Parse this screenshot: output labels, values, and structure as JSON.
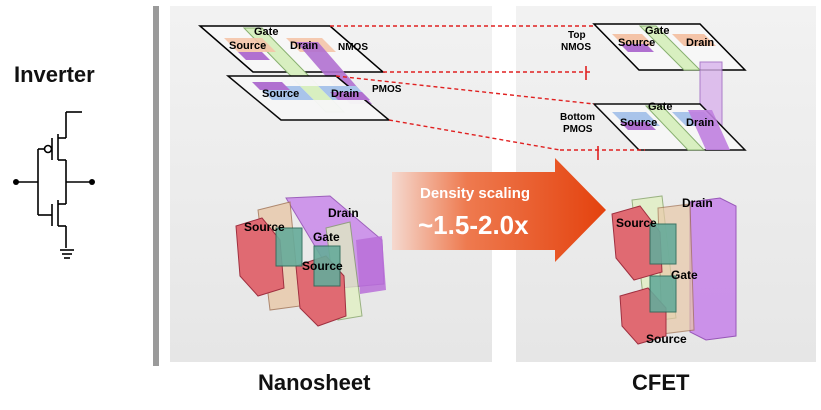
{
  "left": {
    "title": "Inverter"
  },
  "nanosheet": {
    "layout": {
      "gate": "Gate",
      "source_top": "Source",
      "drain_top": "Drain",
      "nmos": "NMOS",
      "source_bottom": "Source",
      "drain_bottom": "Drain",
      "pmos": "PMOS"
    },
    "device": {
      "drain": "Drain",
      "source_top": "Source",
      "gate": "Gate",
      "source_bottom": "Source"
    },
    "caption": "Nanosheet"
  },
  "arrow": {
    "line1": "Density scaling",
    "line2": "~1.5-2.0x"
  },
  "cfet": {
    "layout": {
      "top_label_1": "Top",
      "top_label_2": "NMOS",
      "gate_top": "Gate",
      "source_top": "Source",
      "drain_top": "Drain",
      "bottom_label_1": "Bottom",
      "bottom_label_2": "PMOS",
      "gate_bottom": "Gate",
      "source_bottom": "Source",
      "drain_bottom": "Drain"
    },
    "device": {
      "drain": "Drain",
      "source": "Source",
      "gate": "Gate",
      "source_bottom": "Source"
    },
    "caption": "CFET"
  },
  "colors": {
    "gate": "#c9e8b0",
    "source_drain": "#c080e0",
    "source_block": "#e06070",
    "arrow": "#e8501a",
    "dashed": "#e02020"
  }
}
